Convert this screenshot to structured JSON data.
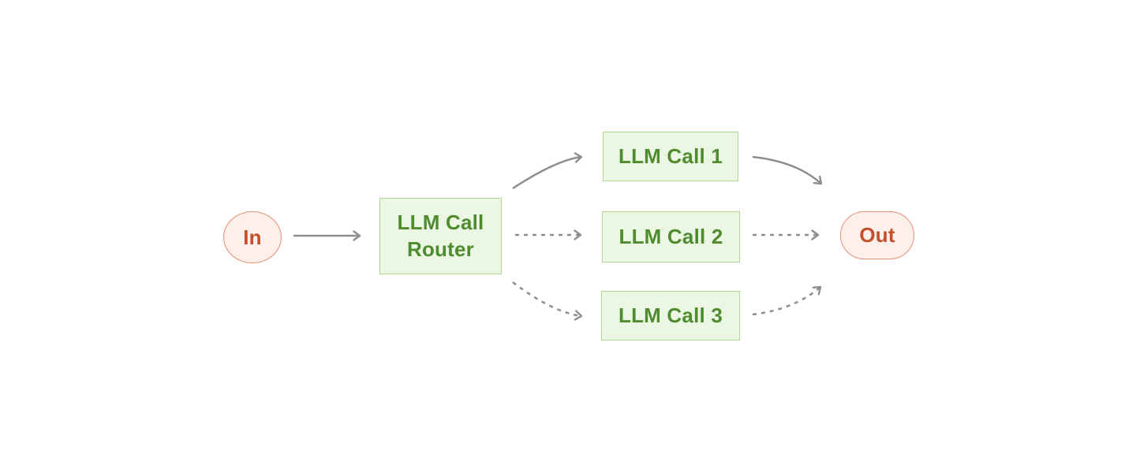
{
  "diagram": {
    "type": "flowchart",
    "nodes": {
      "input": {
        "label": "In",
        "shape": "circle"
      },
      "router": {
        "label": "LLM Call Router",
        "line1": "LLM Call",
        "line2": "Router",
        "shape": "rect"
      },
      "call1": {
        "label": "LLM Call 1",
        "shape": "rect"
      },
      "call2": {
        "label": "LLM Call 2",
        "shape": "rect"
      },
      "call3": {
        "label": "LLM Call 3",
        "shape": "rect"
      },
      "output": {
        "label": "Out",
        "shape": "pill"
      }
    },
    "edges": [
      {
        "from": "input",
        "to": "router",
        "style": "solid"
      },
      {
        "from": "router",
        "to": "call1",
        "style": "solid"
      },
      {
        "from": "router",
        "to": "call2",
        "style": "dashed"
      },
      {
        "from": "router",
        "to": "call3",
        "style": "dashed"
      },
      {
        "from": "call1",
        "to": "output",
        "style": "solid"
      },
      {
        "from": "call2",
        "to": "output",
        "style": "dashed"
      },
      {
        "from": "call3",
        "to": "output",
        "style": "dashed"
      }
    ],
    "colors": {
      "background": "#ffffff",
      "arrow_gray": "#8e8e8e",
      "green_fill": "#ebf6e3",
      "green_border": "#b2d693",
      "green_text": "#4f8b2f",
      "pink_fill": "#fdefea",
      "pink_border": "#e48f77",
      "red_text": "#c34f2b"
    }
  }
}
